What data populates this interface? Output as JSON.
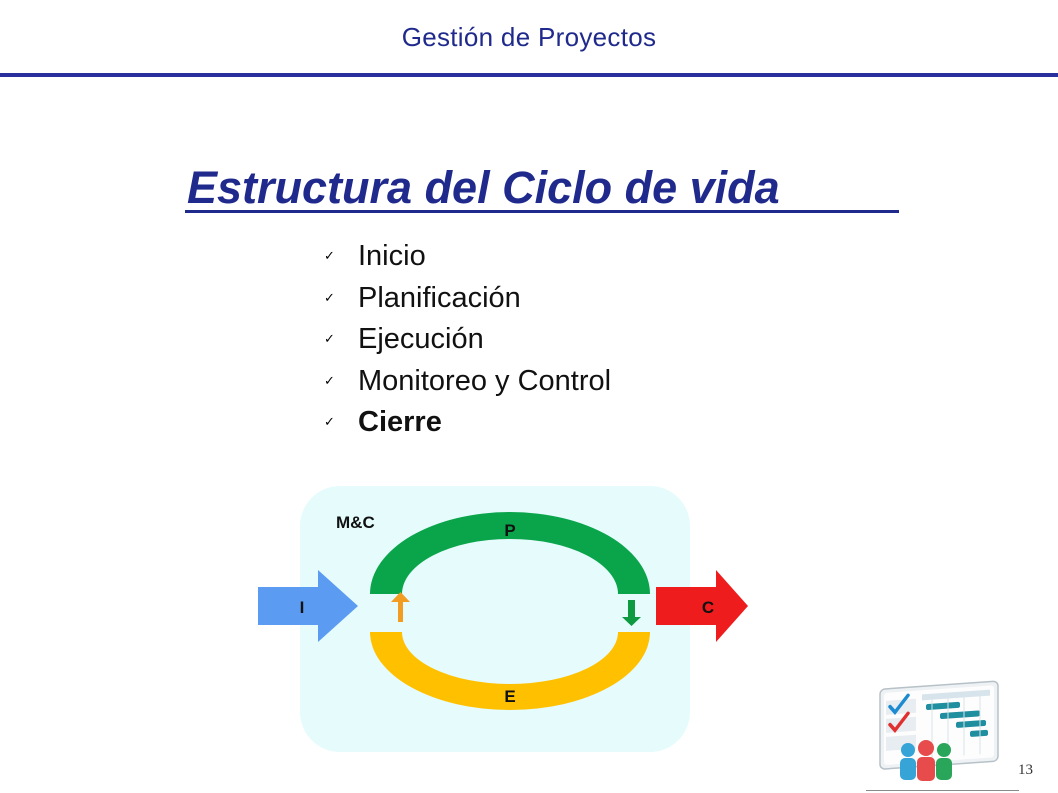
{
  "header": {
    "title": "Gestión de Proyectos"
  },
  "slide": {
    "title": "Estructura del Ciclo de vida"
  },
  "phases": [
    {
      "label": "Inicio",
      "bold": false
    },
    {
      "label": "Planificación",
      "bold": false
    },
    {
      "label": "Ejecución",
      "bold": false
    },
    {
      "label": "Monitoreo y Control",
      "bold": false
    },
    {
      "label": "Cierre",
      "bold": true
    }
  ],
  "diagram": {
    "container_label": "M&C",
    "top_arc_label": "P",
    "bottom_arc_label": "E",
    "input_arrow_label": "I",
    "output_arrow_label": "C",
    "colors": {
      "container": "#e5fbfc",
      "planning": "#0aa44a",
      "execution": "#ffc000",
      "input": "#5b9cf2",
      "output": "#ee1c1c",
      "up_arrow": "#f39c22",
      "down_arrow": "#0e9a41"
    }
  },
  "footer": {
    "page_number": "13"
  },
  "icons": [
    "checklist-gantt-people-icon"
  ]
}
